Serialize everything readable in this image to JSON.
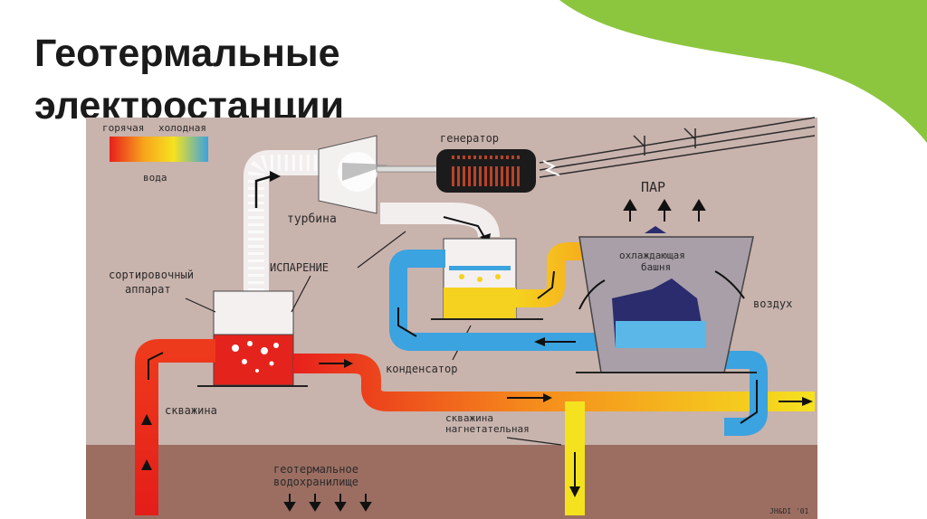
{
  "slide": {
    "title": "Геотермальные электростанции",
    "accent_color": "#8cc63f"
  },
  "diagram": {
    "legend": {
      "hot": "горячая",
      "cold": "холодная",
      "water": "вода"
    },
    "labels": {
      "generator": "генератор",
      "turbine": "турбина",
      "steam": "ПАР",
      "cooling_tower_line1": "охлаждающая",
      "cooling_tower_line2": "башня",
      "air": "воздух",
      "separator_line1": "сортировочный",
      "separator_line2": "аппарат",
      "evaporation": "ИСПАРЕНИЕ",
      "condenser": "конденсатор",
      "well": "скважина",
      "injection_well_line1": "скважина",
      "injection_well_line2": "нагнетательная",
      "reservoir_line1": "геотермальное",
      "reservoir_line2": "водохранилище",
      "credit": "JH&DI '01"
    },
    "colors": {
      "background": "#c9b3ad",
      "ground": "#9c6e62",
      "hot": "#e8201c",
      "warm": "#f7a51c",
      "yellow": "#f5e21f",
      "cool": "#3aa3e0"
    }
  }
}
